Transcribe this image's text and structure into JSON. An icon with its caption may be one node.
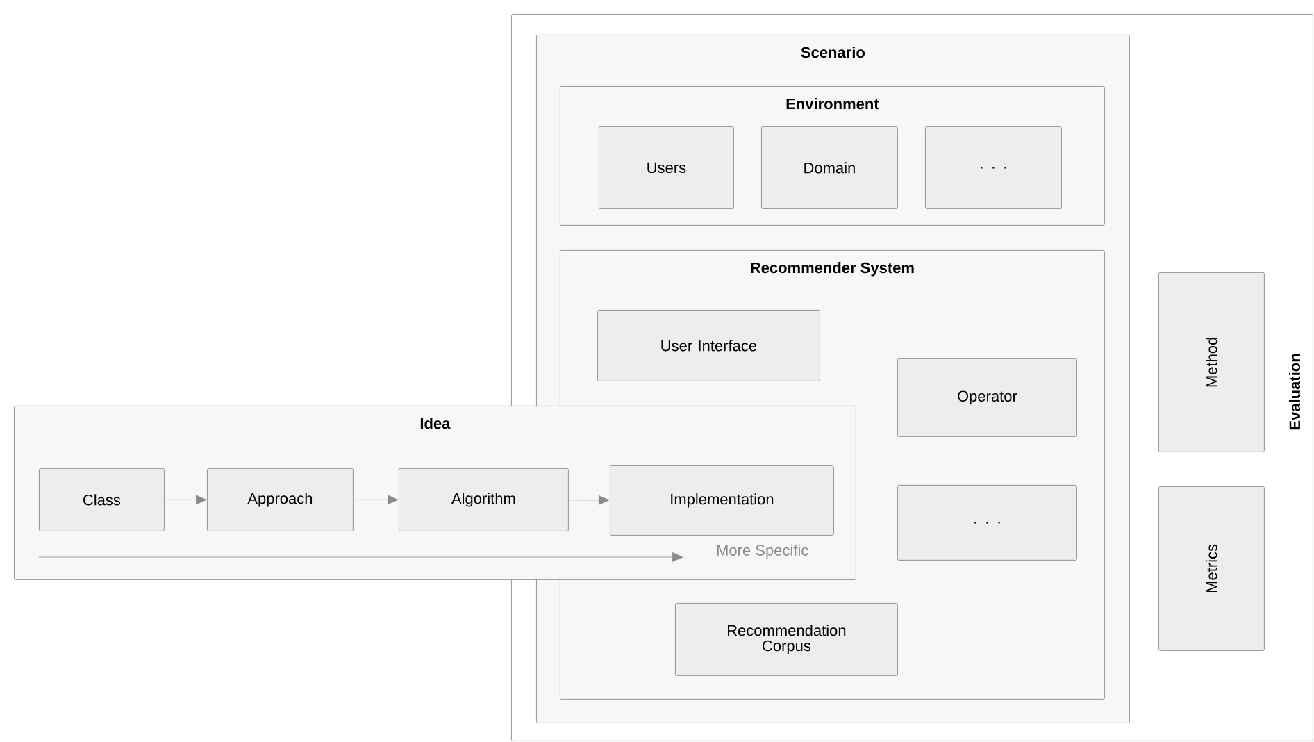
{
  "diagram": {
    "nodes": [
      {
        "text": [
          "Evaluation"
        ]
      },
      {
        "text": [
          "Scenario"
        ],
        "in": 0
      },
      {
        "text": [
          "Environment"
        ],
        "in": 1
      },
      {
        "text": [
          "Users"
        ],
        "in": 2
      },
      {
        "text": [
          "Domain"
        ],
        "in": 2
      },
      {
        "text": [
          ". . ."
        ],
        "in": 2
      },
      {
        "text": [
          "Recommender System"
        ],
        "in": 1
      },
      {
        "text": [
          "User Interface"
        ],
        "in": 6
      },
      {
        "text": [
          "Operator"
        ],
        "in": 6
      },
      {
        "text": [
          ". . ."
        ],
        "in": 6
      },
      {
        "text": [
          "Recommendation Corpus"
        ],
        "in": 6
      },
      {
        "text": [
          "Method"
        ],
        "in": 0
      },
      {
        "text": [
          "Metrics"
        ],
        "in": 0
      },
      {
        "text": [
          "Idea"
        ]
      },
      {
        "text": [
          "Class"
        ],
        "in": 13
      },
      {
        "text": [
          "Approach"
        ],
        "in": 13
      },
      {
        "text": [
          "Algorithm"
        ],
        "in": 13
      },
      {
        "text": [
          "Implementation"
        ]
      }
    ],
    "edges": [
      {
        "from": 14,
        "to": 15,
        "arrow": "to"
      },
      {
        "from": 15,
        "to": 16,
        "arrow": "to"
      },
      {
        "from": 16,
        "to": 17,
        "arrow": "to"
      }
    ],
    "labels": [
      "More Specific"
    ]
  }
}
